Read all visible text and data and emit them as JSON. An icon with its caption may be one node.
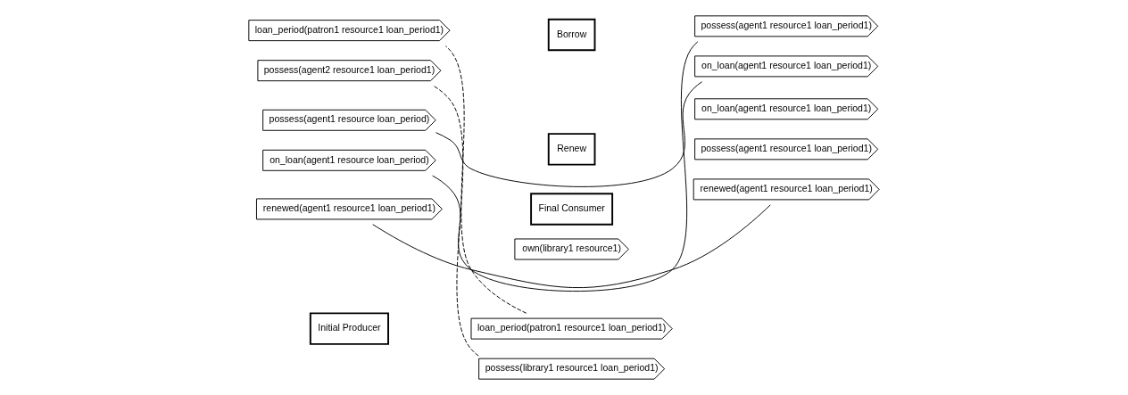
{
  "diagram": {
    "nodes": [
      {
        "text": [
          "loan_period(patron1 resource1 loan_period1)"
        ]
      },
      {
        "text": [
          "possess(agent2 resource1 loan_period1)"
        ]
      },
      {
        "text": [
          "Borrow"
        ]
      },
      {
        "text": [
          "on_loan(agent1 resource1 loan_period1)"
        ]
      },
      {
        "text": [
          "possess(agent1 resource1 loan_period1)"
        ]
      },
      {
        "text": [
          "Initial Producer"
        ]
      },
      {
        "text": [
          "possess(library1 resource1 loan_period1)"
        ]
      },
      {
        "text": [
          "loan_period(patron1 resource1 loan_period1)"
        ]
      },
      {
        "text": [
          "own(library1 resource1)"
        ]
      },
      {
        "text": [
          "renewed(agent1 resource1 loan_period1)"
        ]
      },
      {
        "text": [
          "Final Consumer"
        ]
      },
      {
        "text": [
          "possess(agent1 resource loan_period)"
        ]
      },
      {
        "text": [
          "on_loan(agent1 resource loan_period)"
        ]
      },
      {
        "text": [
          "Renew"
        ]
      },
      {
        "text": [
          "renewed(agent1 resource1 loan_period1)"
        ]
      },
      {
        "text": [
          "on_loan(agent1 resource1 loan_period1)"
        ]
      },
      {
        "text": [
          "possess(agent1 resource1 loan_period1)"
        ]
      }
    ],
    "edges": [
      {
        "from": 6,
        "to": 1,
        "arrow": "none",
        "style": "dashed"
      },
      {
        "from": 7,
        "to": 0,
        "arrow": "none",
        "style": "dashed"
      },
      {
        "from": 3,
        "to": 11,
        "arrow": "none"
      },
      {
        "from": 4,
        "to": 12,
        "arrow": "none"
      },
      {
        "from": 14,
        "to": 9,
        "arrow": "none"
      }
    ]
  }
}
